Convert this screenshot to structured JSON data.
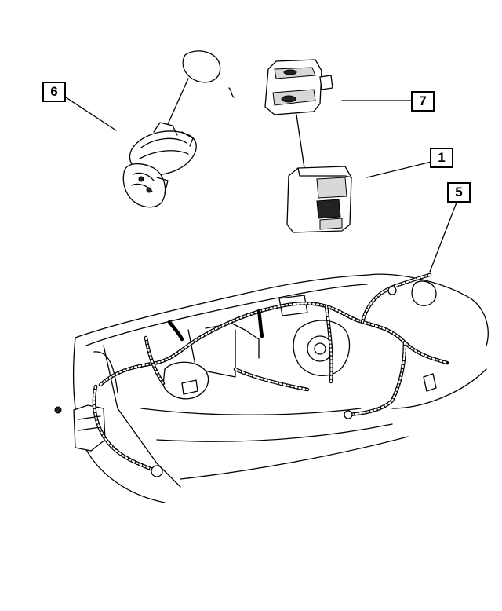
{
  "callouts": [
    {
      "id": "1",
      "label": "1"
    },
    {
      "id": "5",
      "label": "5"
    },
    {
      "id": "6",
      "label": "6"
    },
    {
      "id": "7",
      "label": "7"
    }
  ]
}
